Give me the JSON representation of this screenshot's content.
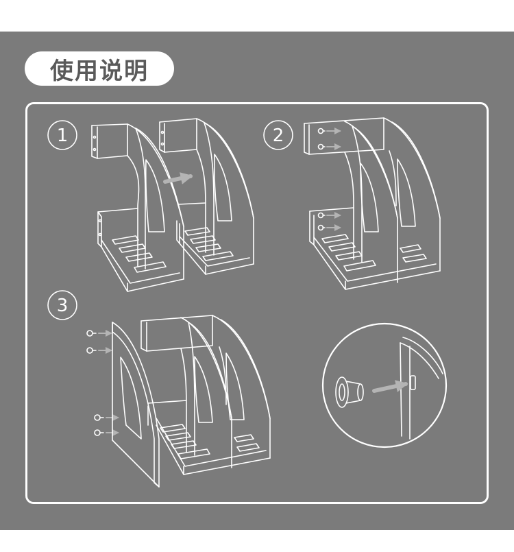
{
  "title": "使用说明",
  "steps": [
    {
      "number": "1"
    },
    {
      "number": "2"
    },
    {
      "number": "3"
    }
  ],
  "colors": {
    "background": "#7b7b7b",
    "line": "#ffffff",
    "arrow": "#b4b4b4",
    "title_text": "#5a5a5a"
  }
}
